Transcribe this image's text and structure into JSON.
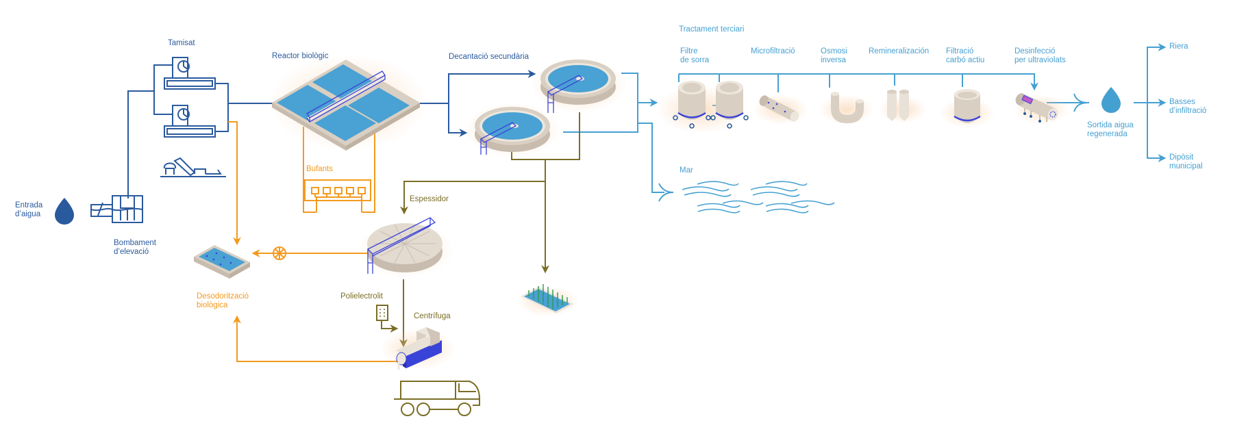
{
  "title": "Procés de tractament d'aigües residuals",
  "colors": {
    "primary_flow": "#2a5a9e",
    "regenerated_flow": "#45a0d2",
    "odor_flow": "#f39a1e",
    "sludge_flow": "#7a6e26",
    "water": "#4aa1d3",
    "concrete": "#d9cfc2",
    "equipment_accent": "#3a43d8"
  },
  "labels": {
    "entrada": "Entrada\nd’aigua",
    "bombament": "Bombament\nd’elevació",
    "tamisat": "Tamisat",
    "reactor": "Reactor biològic",
    "bufants": "Bufants",
    "decantacio": "Decantació secundària",
    "espessidor": "Espessidor",
    "desodoritzacio": "Desodorització\nbiològica",
    "polielectrolit": "Polielectrolit",
    "centrifuga": "Centrífuga",
    "tractament_terciari": "Tractament terciari",
    "filtre_sorra": "Filtre\nde sorra",
    "microfiltracio": "Microfiltració",
    "osmosi": "Osmosi\ninversa",
    "remineralitzacio": "Remineralización",
    "carbo_actiu": "Filtració\ncarbó actiu",
    "ultraviolats": "Desinfecció\nper ultraviolats",
    "sortida": "Sortida aigua\nregenerada",
    "mar": "Mar",
    "riera": "Riera",
    "basses": "Basses\nd’infiltració",
    "diposit": "Dipòsit\nmunicipal"
  },
  "icons": {
    "entrada": "water-drop-icon",
    "sortida": "water-drop-icon",
    "bombament": "pump-station-icon",
    "tamisat": "rotary-screen-icon",
    "conveyor": "screw-conveyor-icon",
    "reactor": "bioreactor-tank-icon",
    "bufants": "blowers-icon",
    "decantacio": "clarifier-icon",
    "espessidor": "thickener-icon",
    "desodoritzacio": "biofilter-icon",
    "fan": "fan-icon",
    "polielectrolit": "dosing-tank-icon",
    "centrifuga": "centrifuge-icon",
    "truck": "truck-icon",
    "field": "crop-field-icon",
    "filtre_sorra": "sand-filter-icon",
    "microfiltracio": "membrane-cylinder-icon",
    "osmosi": "u-tube-icon",
    "remineralitzacio": "silo-icon",
    "carbo_actiu": "carbon-tank-icon",
    "ultraviolats": "uv-reactor-icon",
    "mar": "sea-waves-icon"
  }
}
